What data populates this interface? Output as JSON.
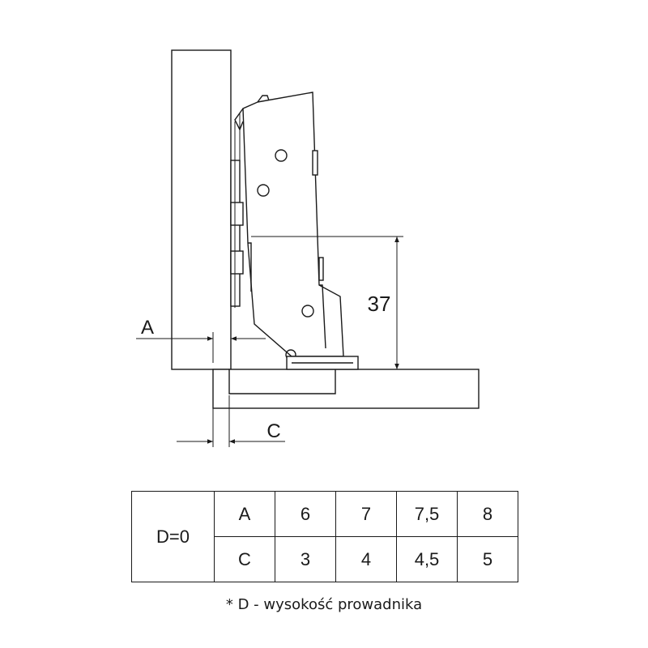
{
  "drawing": {
    "dim_height": "37",
    "label_a": "A",
    "label_c": "C"
  },
  "table": {
    "d_label": "D=0",
    "rows": [
      {
        "name": "A",
        "values": [
          "6",
          "7",
          "7,5",
          "8"
        ]
      },
      {
        "name": "C",
        "values": [
          "3",
          "4",
          "4,5",
          "5"
        ]
      }
    ]
  },
  "footnote": "* D - wysokość prowadnika",
  "colors": {
    "line": "#1a1a1a",
    "background": "#ffffff"
  }
}
